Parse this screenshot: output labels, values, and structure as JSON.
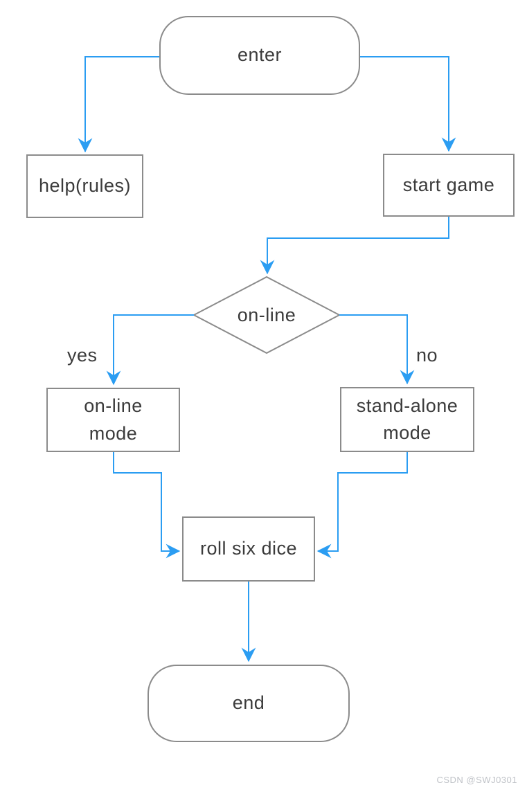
{
  "nodes": {
    "enter": {
      "label": "enter",
      "shape": "terminator"
    },
    "help": {
      "label": "help(rules)",
      "shape": "process"
    },
    "start_game": {
      "label": "start game",
      "shape": "process"
    },
    "decision_online": {
      "label": "on-line",
      "shape": "decision"
    },
    "online_mode": {
      "label": "on-line\nmode",
      "shape": "process"
    },
    "standalone_mode": {
      "label": "stand-alone\nmode",
      "shape": "process"
    },
    "roll_six_dice": {
      "label": "roll six dice",
      "shape": "process"
    },
    "end": {
      "label": "end",
      "shape": "terminator"
    }
  },
  "edge_labels": {
    "yes": "yes",
    "no": "no"
  },
  "colors": {
    "connector_blue": "#2b9df2",
    "shape_border_gray": "#8b8b8b",
    "label_text": "#3b3b3b",
    "watermark_gray": "#bfc2c7"
  },
  "watermark": "CSDN @SWJ0301"
}
